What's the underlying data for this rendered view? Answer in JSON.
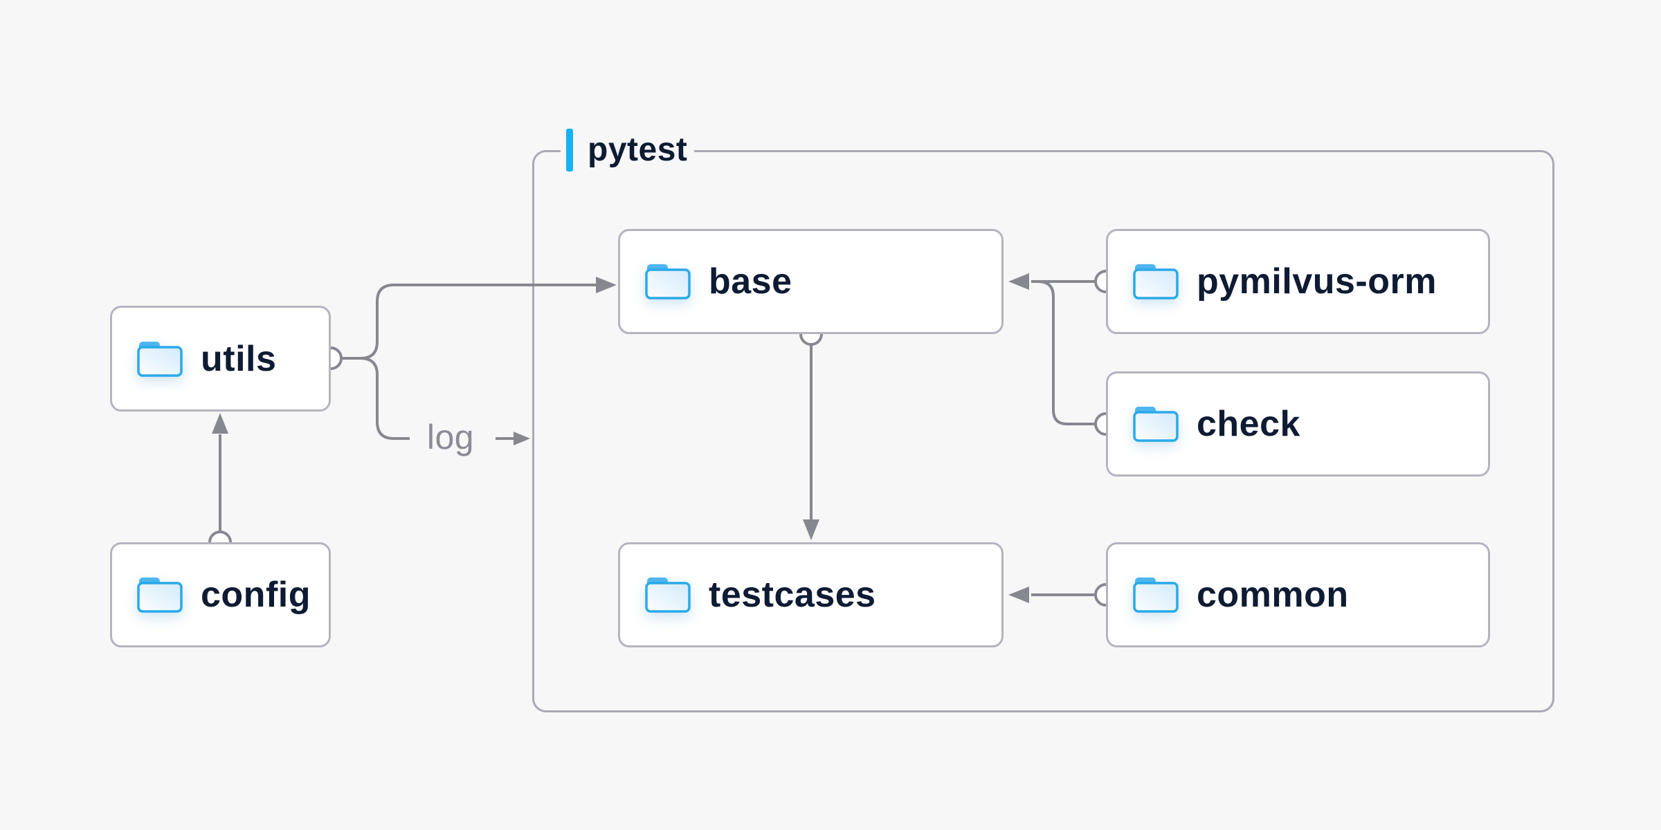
{
  "diagram": {
    "group": {
      "label": "pytest"
    },
    "nodes": {
      "utils": {
        "label": "utils"
      },
      "config": {
        "label": "config"
      },
      "base": {
        "label": "base"
      },
      "pymilvus_orm": {
        "label": "pymilvus-orm"
      },
      "check": {
        "label": "check"
      },
      "testcases": {
        "label": "testcases"
      },
      "common": {
        "label": "common"
      }
    },
    "edges": [
      {
        "from": "config",
        "to": "utils",
        "label": ""
      },
      {
        "from": "utils",
        "to": "base",
        "label": ""
      },
      {
        "from": "utils",
        "to": "pytest-group",
        "label": "log"
      },
      {
        "from": "base",
        "to": "testcases",
        "label": ""
      },
      {
        "from": "pymilvus_orm",
        "to": "base",
        "label": ""
      },
      {
        "from": "check",
        "to": "base",
        "label": ""
      },
      {
        "from": "common",
        "to": "testcases",
        "label": ""
      }
    ],
    "edge_label_log": "log",
    "colors": {
      "background": "#f7f7f8",
      "node_fill": "#ffffff",
      "node_border": "#b4b4bf",
      "group_border": "#a9a9b3",
      "connector_gray": "#87878f",
      "node_text": "#0e1b33",
      "edge_label_text": "#8b8b95",
      "accent_bar_blue": "#1ab1f2",
      "folder_blue": "#29a9ea"
    }
  }
}
